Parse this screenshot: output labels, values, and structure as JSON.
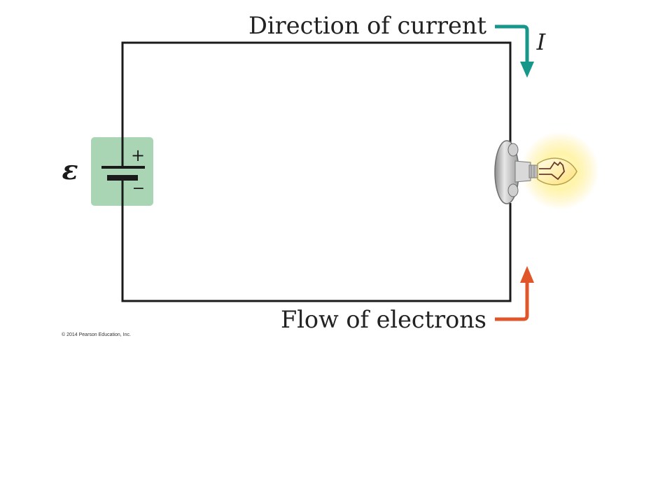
{
  "labels": {
    "current_label": "Direction of current",
    "current_symbol": "I",
    "electron_label": "Flow of electrons",
    "emf_symbol": "ε",
    "plus_sign": "+",
    "minus_sign": "−",
    "copyright": "© 2014 Pearson Education, Inc."
  },
  "colors": {
    "wire": "#1a1a1a",
    "battery_box": "#a9d5b4",
    "current_arrow": "#17968a",
    "electron_arrow": "#e0562a",
    "bulb_glow": "#fff3a0",
    "text": "#222222"
  },
  "components": {
    "source": "battery-icon",
    "load": "light-bulb-icon"
  }
}
